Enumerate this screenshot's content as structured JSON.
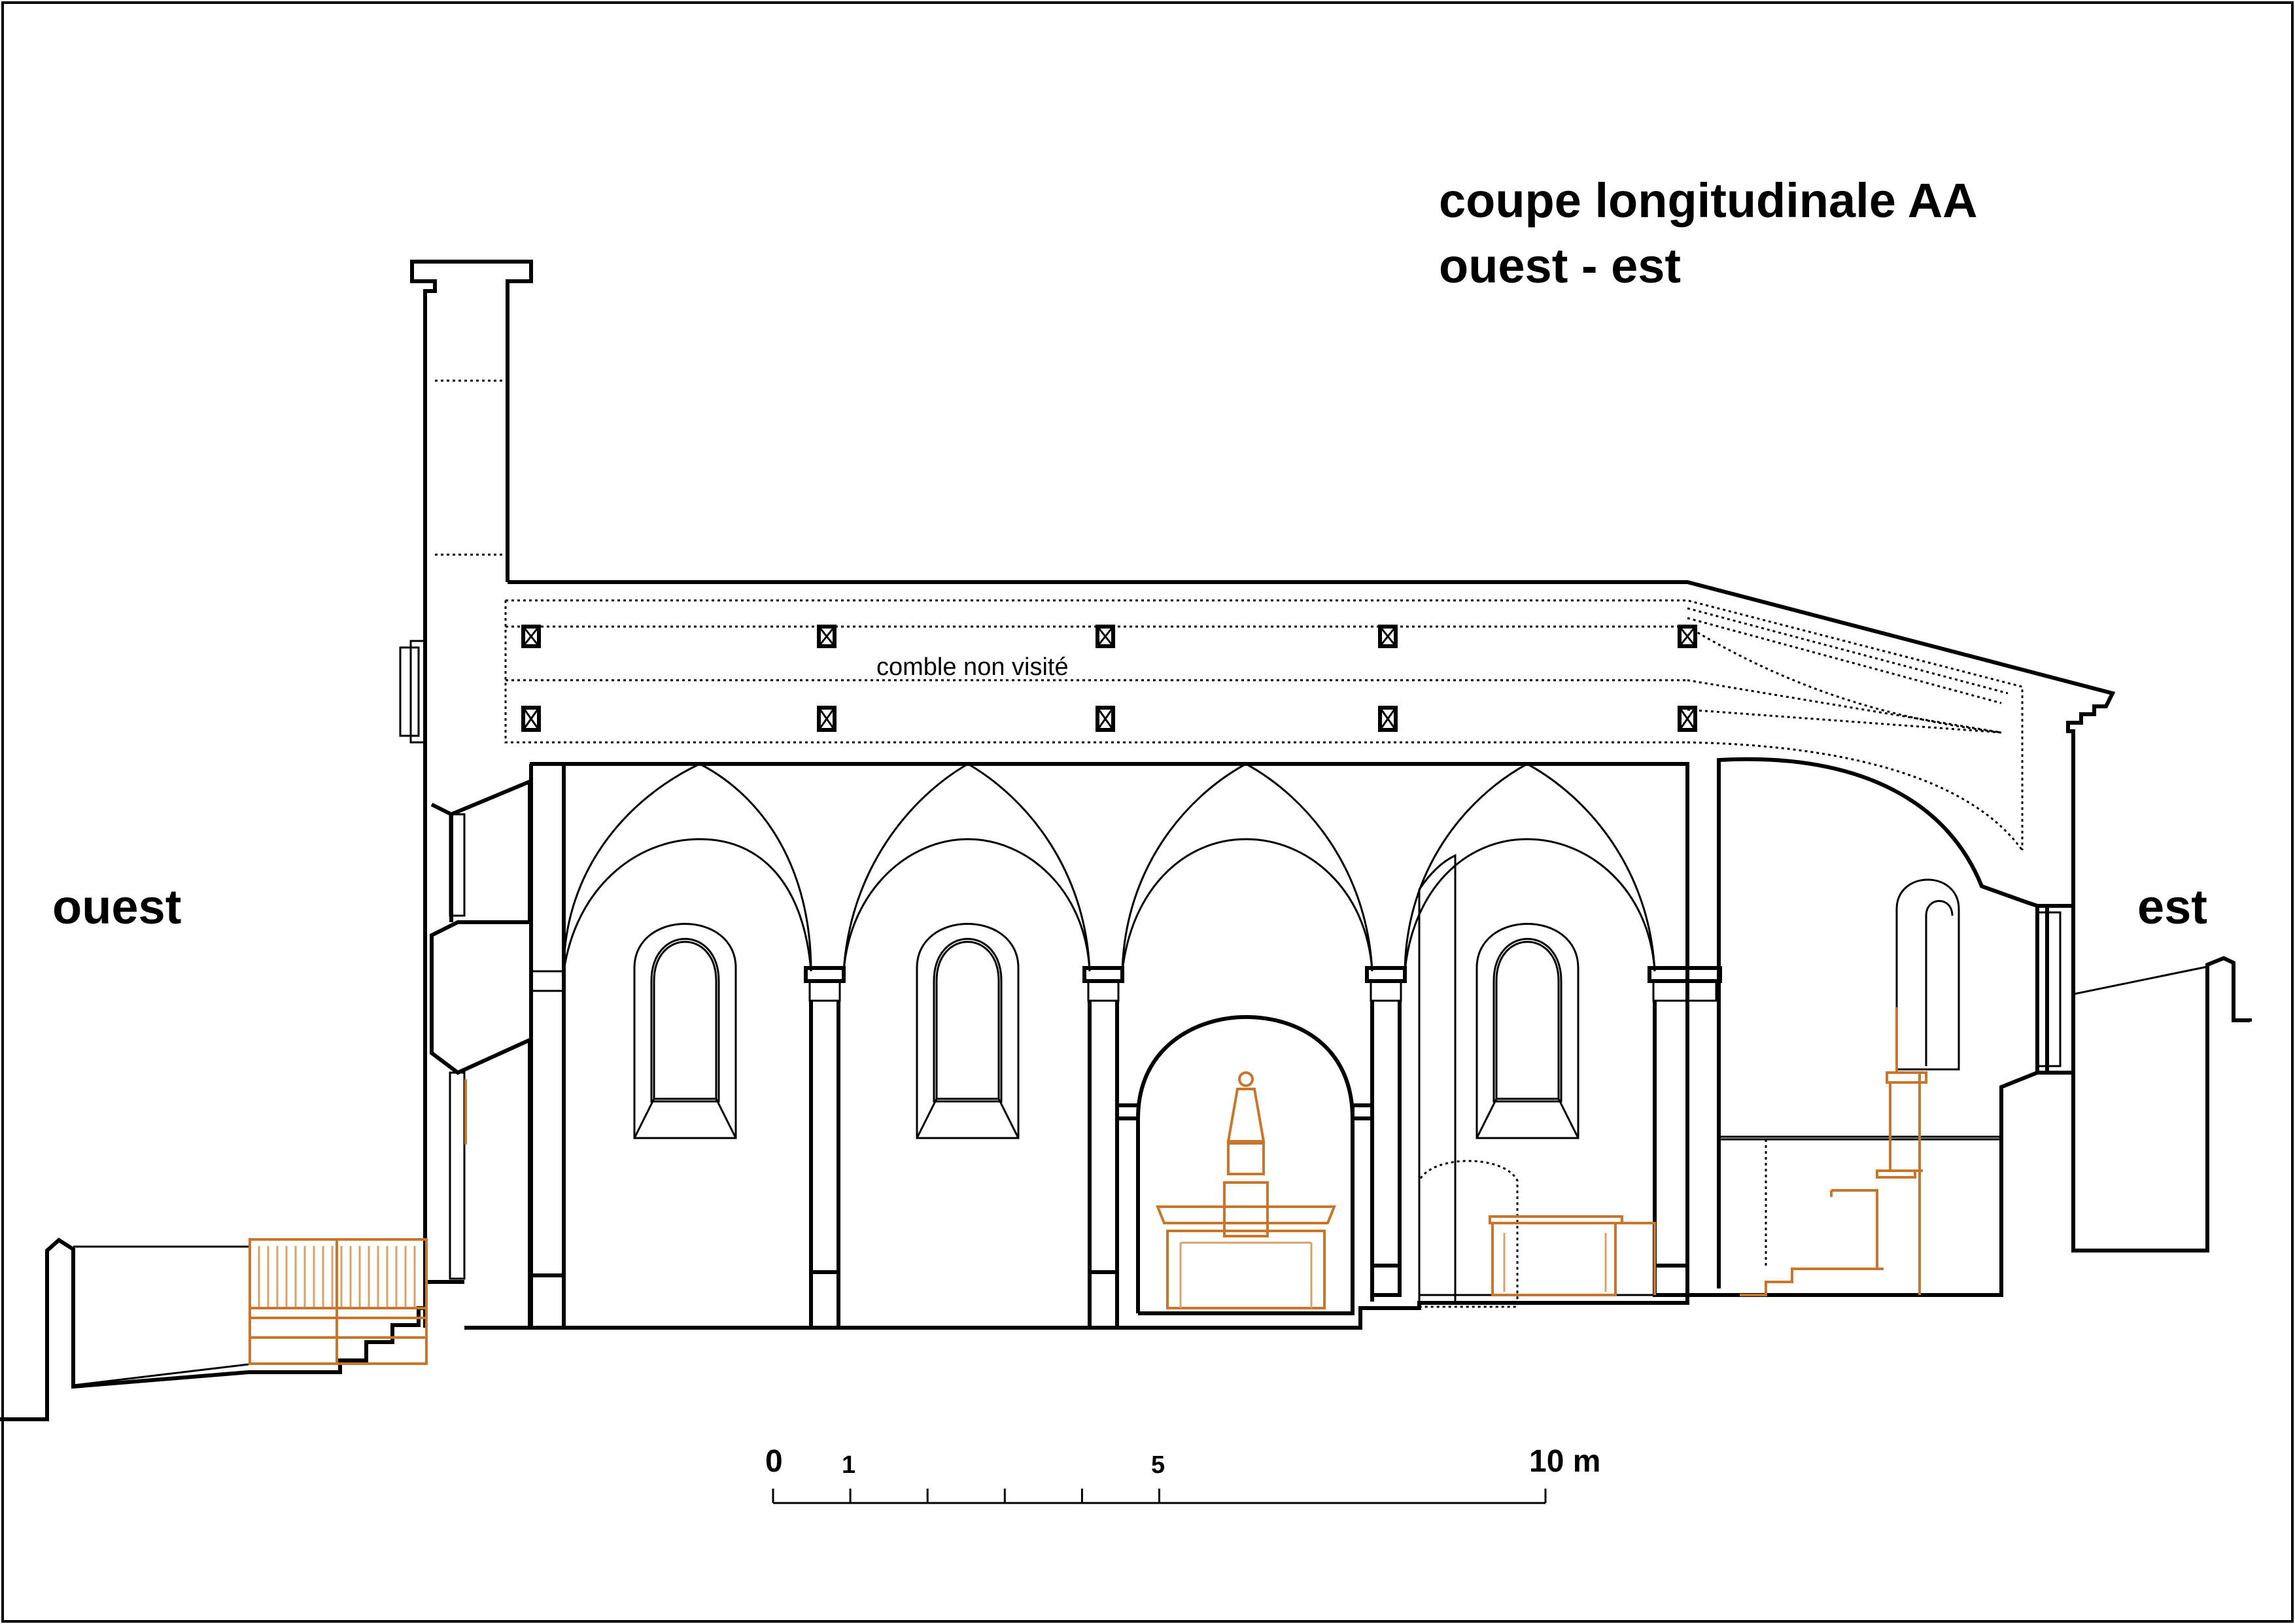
{
  "title": {
    "line1": "coupe longitudinale AA",
    "line2": "ouest - est"
  },
  "orientation": {
    "west": "ouest",
    "east": "est"
  },
  "attic_note": "comble non visité",
  "scale_bar": {
    "labels": [
      "0",
      "1",
      "5",
      "10 m"
    ],
    "ticks_m": [
      0,
      1,
      2,
      3,
      4,
      5,
      10
    ]
  },
  "colors": {
    "structure": "#000000",
    "furniture": "#c8762a"
  }
}
